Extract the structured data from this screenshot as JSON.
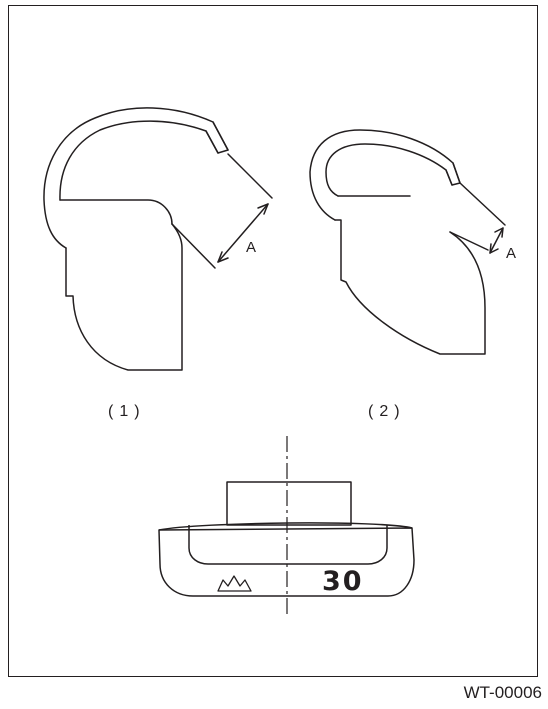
{
  "figure": {
    "weight_1": {
      "caption": "(1)",
      "dimension_label": "A"
    },
    "weight_2": {
      "caption": "(2)",
      "dimension_label": "A"
    },
    "weight_front": {
      "weight_number": "30"
    },
    "reference_code": "WT-00006"
  }
}
